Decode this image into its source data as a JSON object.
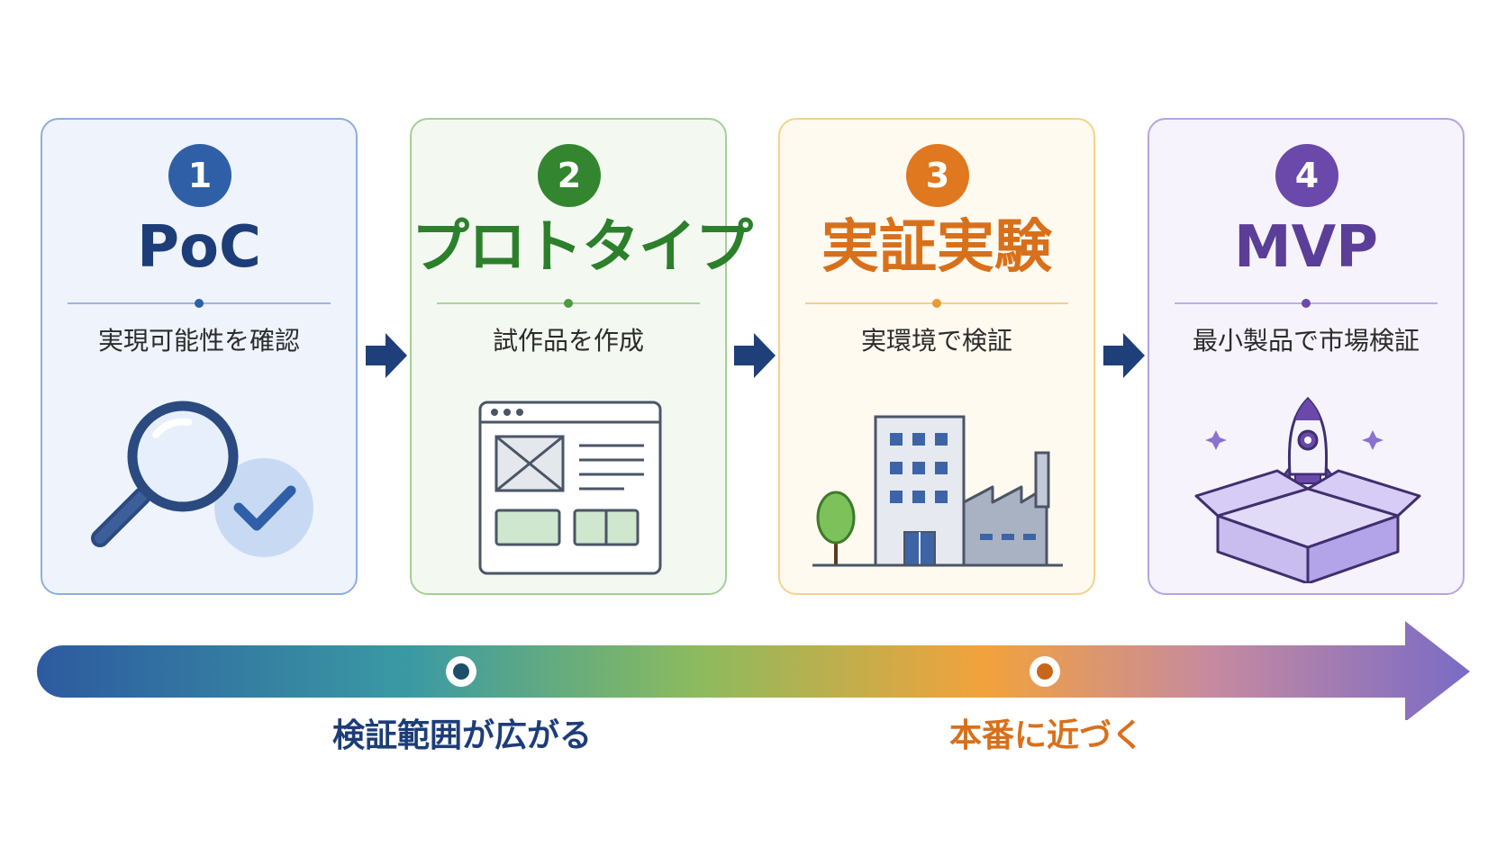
{
  "steps": [
    {
      "number": "1",
      "title": "PoC",
      "subtitle": "実現可能性を確認",
      "icon": "magnifier-check-icon",
      "color": "#2f5fa7"
    },
    {
      "number": "2",
      "title": "プロトタイプ",
      "subtitle": "試作品を作成",
      "icon": "wireframe-window-icon",
      "color": "#33862f"
    },
    {
      "number": "3",
      "title": "実証実験",
      "subtitle": "実環境で検証",
      "icon": "building-factory-icon",
      "color": "#e0781f"
    },
    {
      "number": "4",
      "title": "MVP",
      "subtitle": "最小製品で市場検証",
      "icon": "rocket-box-icon",
      "color": "#6a49aa"
    }
  ],
  "timeline": {
    "gradient": [
      "#2d5aa0",
      "#3a9aa3",
      "#8bbb5e",
      "#f2a23c",
      "#c68aa0",
      "#7a6bc6"
    ],
    "marker_left_label": "検証範囲が広がる",
    "marker_right_label": "本番に近づく"
  }
}
